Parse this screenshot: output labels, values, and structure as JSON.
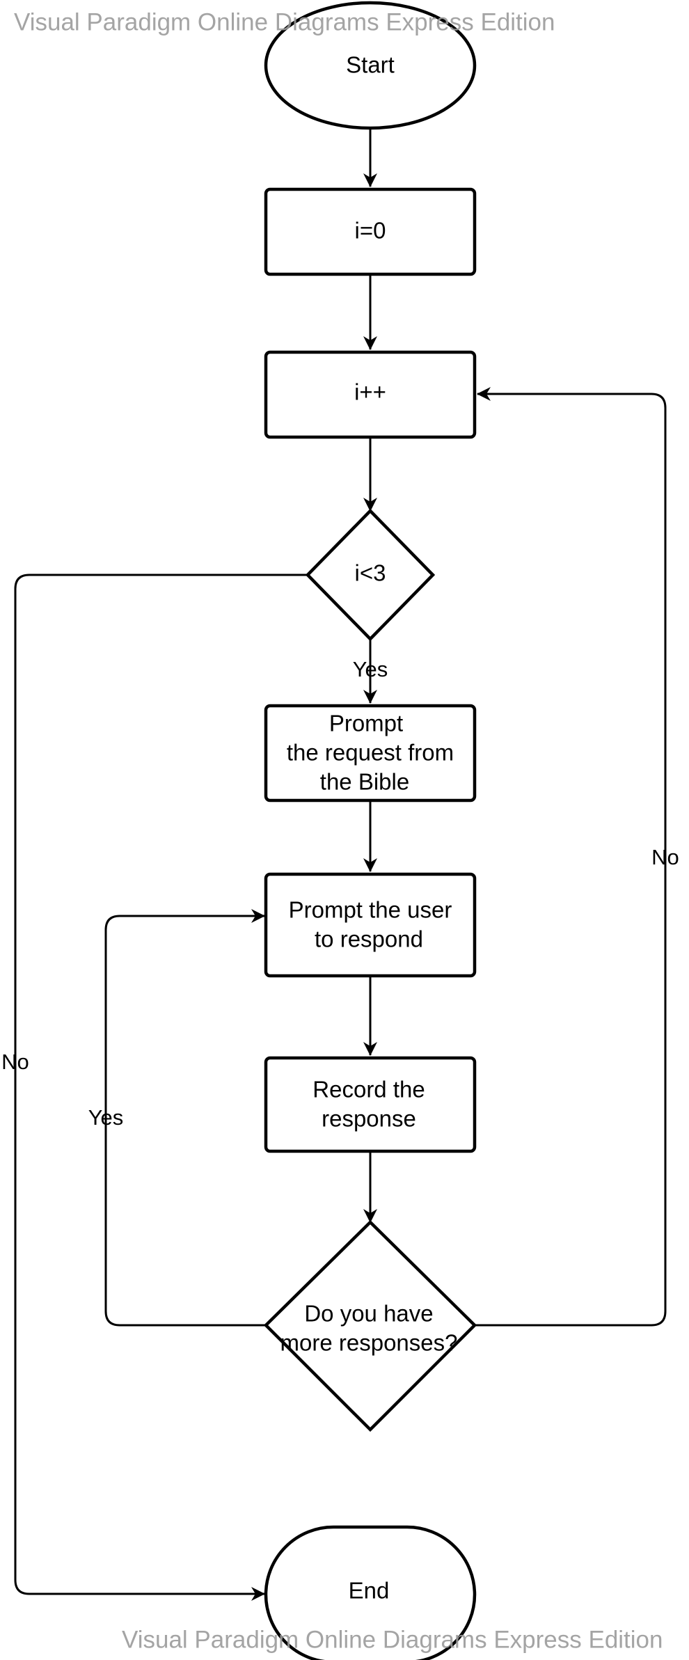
{
  "watermark": {
    "top": "Visual Paradigm Online Diagrams Express Edition",
    "bottom": "Visual Paradigm Online Diagrams Express Edition"
  },
  "nodes": {
    "start": "Start",
    "init": "i=0",
    "increment": "i++",
    "condition": "i<3",
    "prompt_request": [
      "Prompt",
      "the request from",
      "the Bible"
    ],
    "prompt_user": [
      "Prompt the user",
      "to respond"
    ],
    "record": [
      "Record the",
      "response"
    ],
    "more_responses": [
      "Do you have",
      "more responses?"
    ],
    "end": "End"
  },
  "edges": {
    "condition_yes": "Yes",
    "condition_no": "No",
    "more_yes": "Yes",
    "more_no": "No"
  }
}
